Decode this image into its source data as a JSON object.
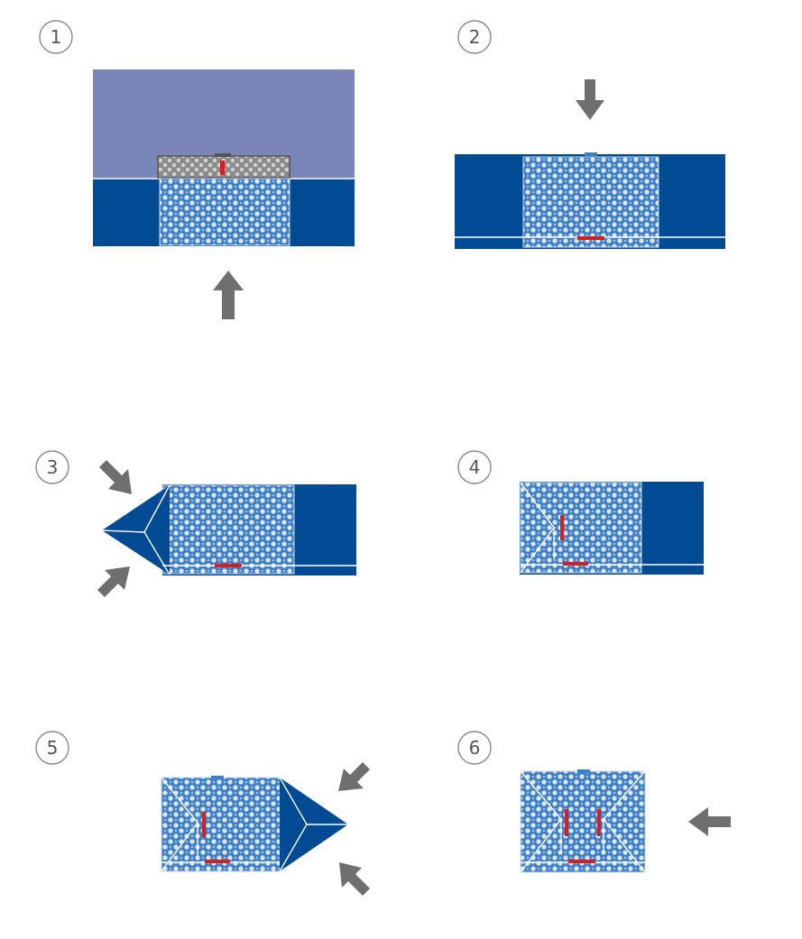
{
  "colors": {
    "navy": "#004b93",
    "lavender": "#7a86b8",
    "pattern_blue": "#3f7fc7",
    "pattern_light": "#dce8f6",
    "gray_cap": "#8a8a8a",
    "red": "#d62020",
    "arrow_gray": "#6f6f6f",
    "circle_stroke": "#8a8a8a",
    "white": "#ffffff"
  },
  "steps": [
    {
      "number": "1",
      "arrows": [
        "arrow-up-icon"
      ]
    },
    {
      "number": "2",
      "arrows": [
        "arrow-down-icon"
      ]
    },
    {
      "number": "3",
      "arrows": [
        "arrow-down-right-icon",
        "arrow-up-right-icon"
      ]
    },
    {
      "number": "4",
      "arrows": []
    },
    {
      "number": "5",
      "arrows": [
        "arrow-down-left-icon",
        "arrow-up-left-icon"
      ]
    },
    {
      "number": "6",
      "arrows": [
        "arrow-left-icon"
      ]
    }
  ]
}
